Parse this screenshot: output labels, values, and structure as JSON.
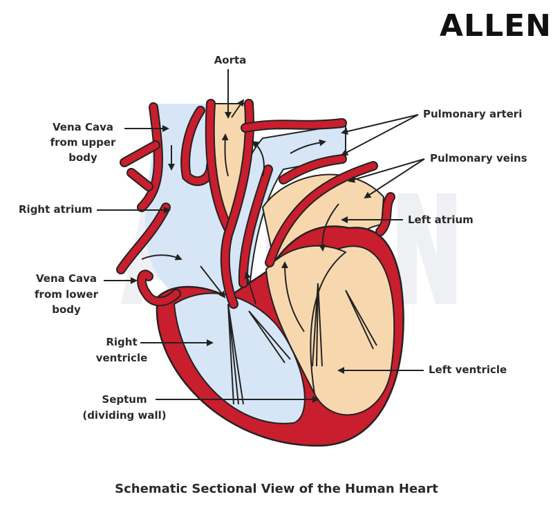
{
  "logo": "ALLEN",
  "watermark": "ALLEN",
  "colors": {
    "muscle": "#c81e2d",
    "deoxygenated": "#d6e6f6",
    "oxygenated": "#f7d8ae",
    "outline": "#222222"
  },
  "labels": {
    "aorta": "Aorta",
    "vena_cava_upper": [
      "Vena Cava",
      "from upper",
      "body"
    ],
    "pulmonary_arteri": "Pulmonary arteri",
    "pulmonary_veins": "Pulmonary veins",
    "right_atrium": "Right atrium",
    "left_atrium": "Left atrium",
    "vena_cava_lower": [
      "Vena Cava",
      "from lower",
      "body"
    ],
    "right_ventricle": [
      "Right",
      "ventricle"
    ],
    "left_ventricle": "Left ventricle",
    "septum": [
      "Septum",
      "(dividing wall)"
    ]
  },
  "caption": "Schematic Sectional View of the Human Heart"
}
